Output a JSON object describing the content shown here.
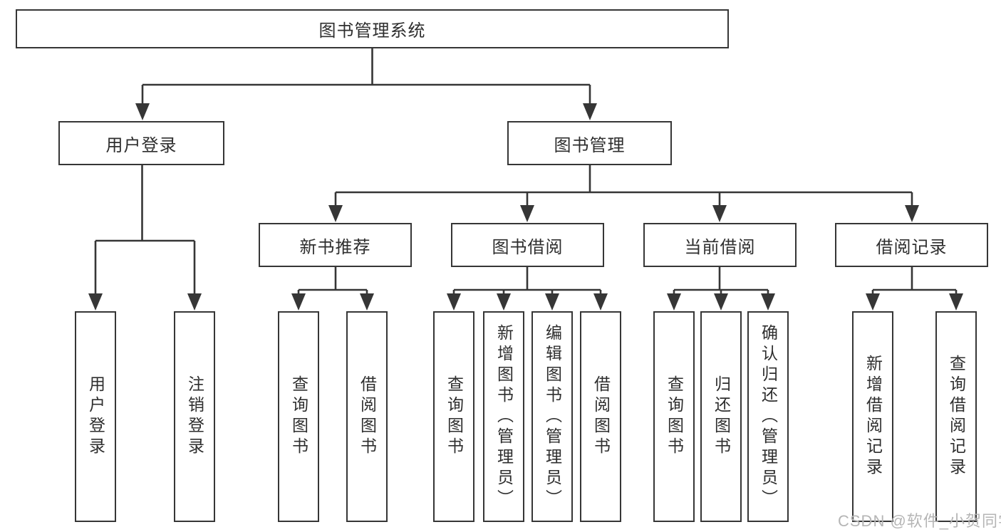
{
  "diagram_title": "图书管理系统",
  "tree": {
    "root": "图书管理系统",
    "branches": [
      {
        "label": "用户登录",
        "children": [
          "用户登录",
          "注销登录"
        ]
      },
      {
        "label": "图书管理",
        "groups": [
          {
            "label": "新书推荐",
            "children": [
              "查询图书",
              "借阅图书"
            ]
          },
          {
            "label": "图书借阅",
            "children": [
              "查询图书",
              "新增图书（管理员）",
              "编辑图书（管理员）",
              "借阅图书"
            ]
          },
          {
            "label": "当前借阅",
            "children": [
              "查询图书",
              "归还图书",
              "确认归还（管理员）"
            ]
          },
          {
            "label": "借阅记录",
            "children": [
              "新增借阅记录",
              "查询借阅记录"
            ]
          }
        ]
      }
    ]
  },
  "watermark": "CSDN @软件_小贺同学",
  "colors": {
    "line": "#363636",
    "box_border": "#363636",
    "text": "#2e2e2e",
    "watermark": "#b5b5b5",
    "background": "#ffffff"
  }
}
